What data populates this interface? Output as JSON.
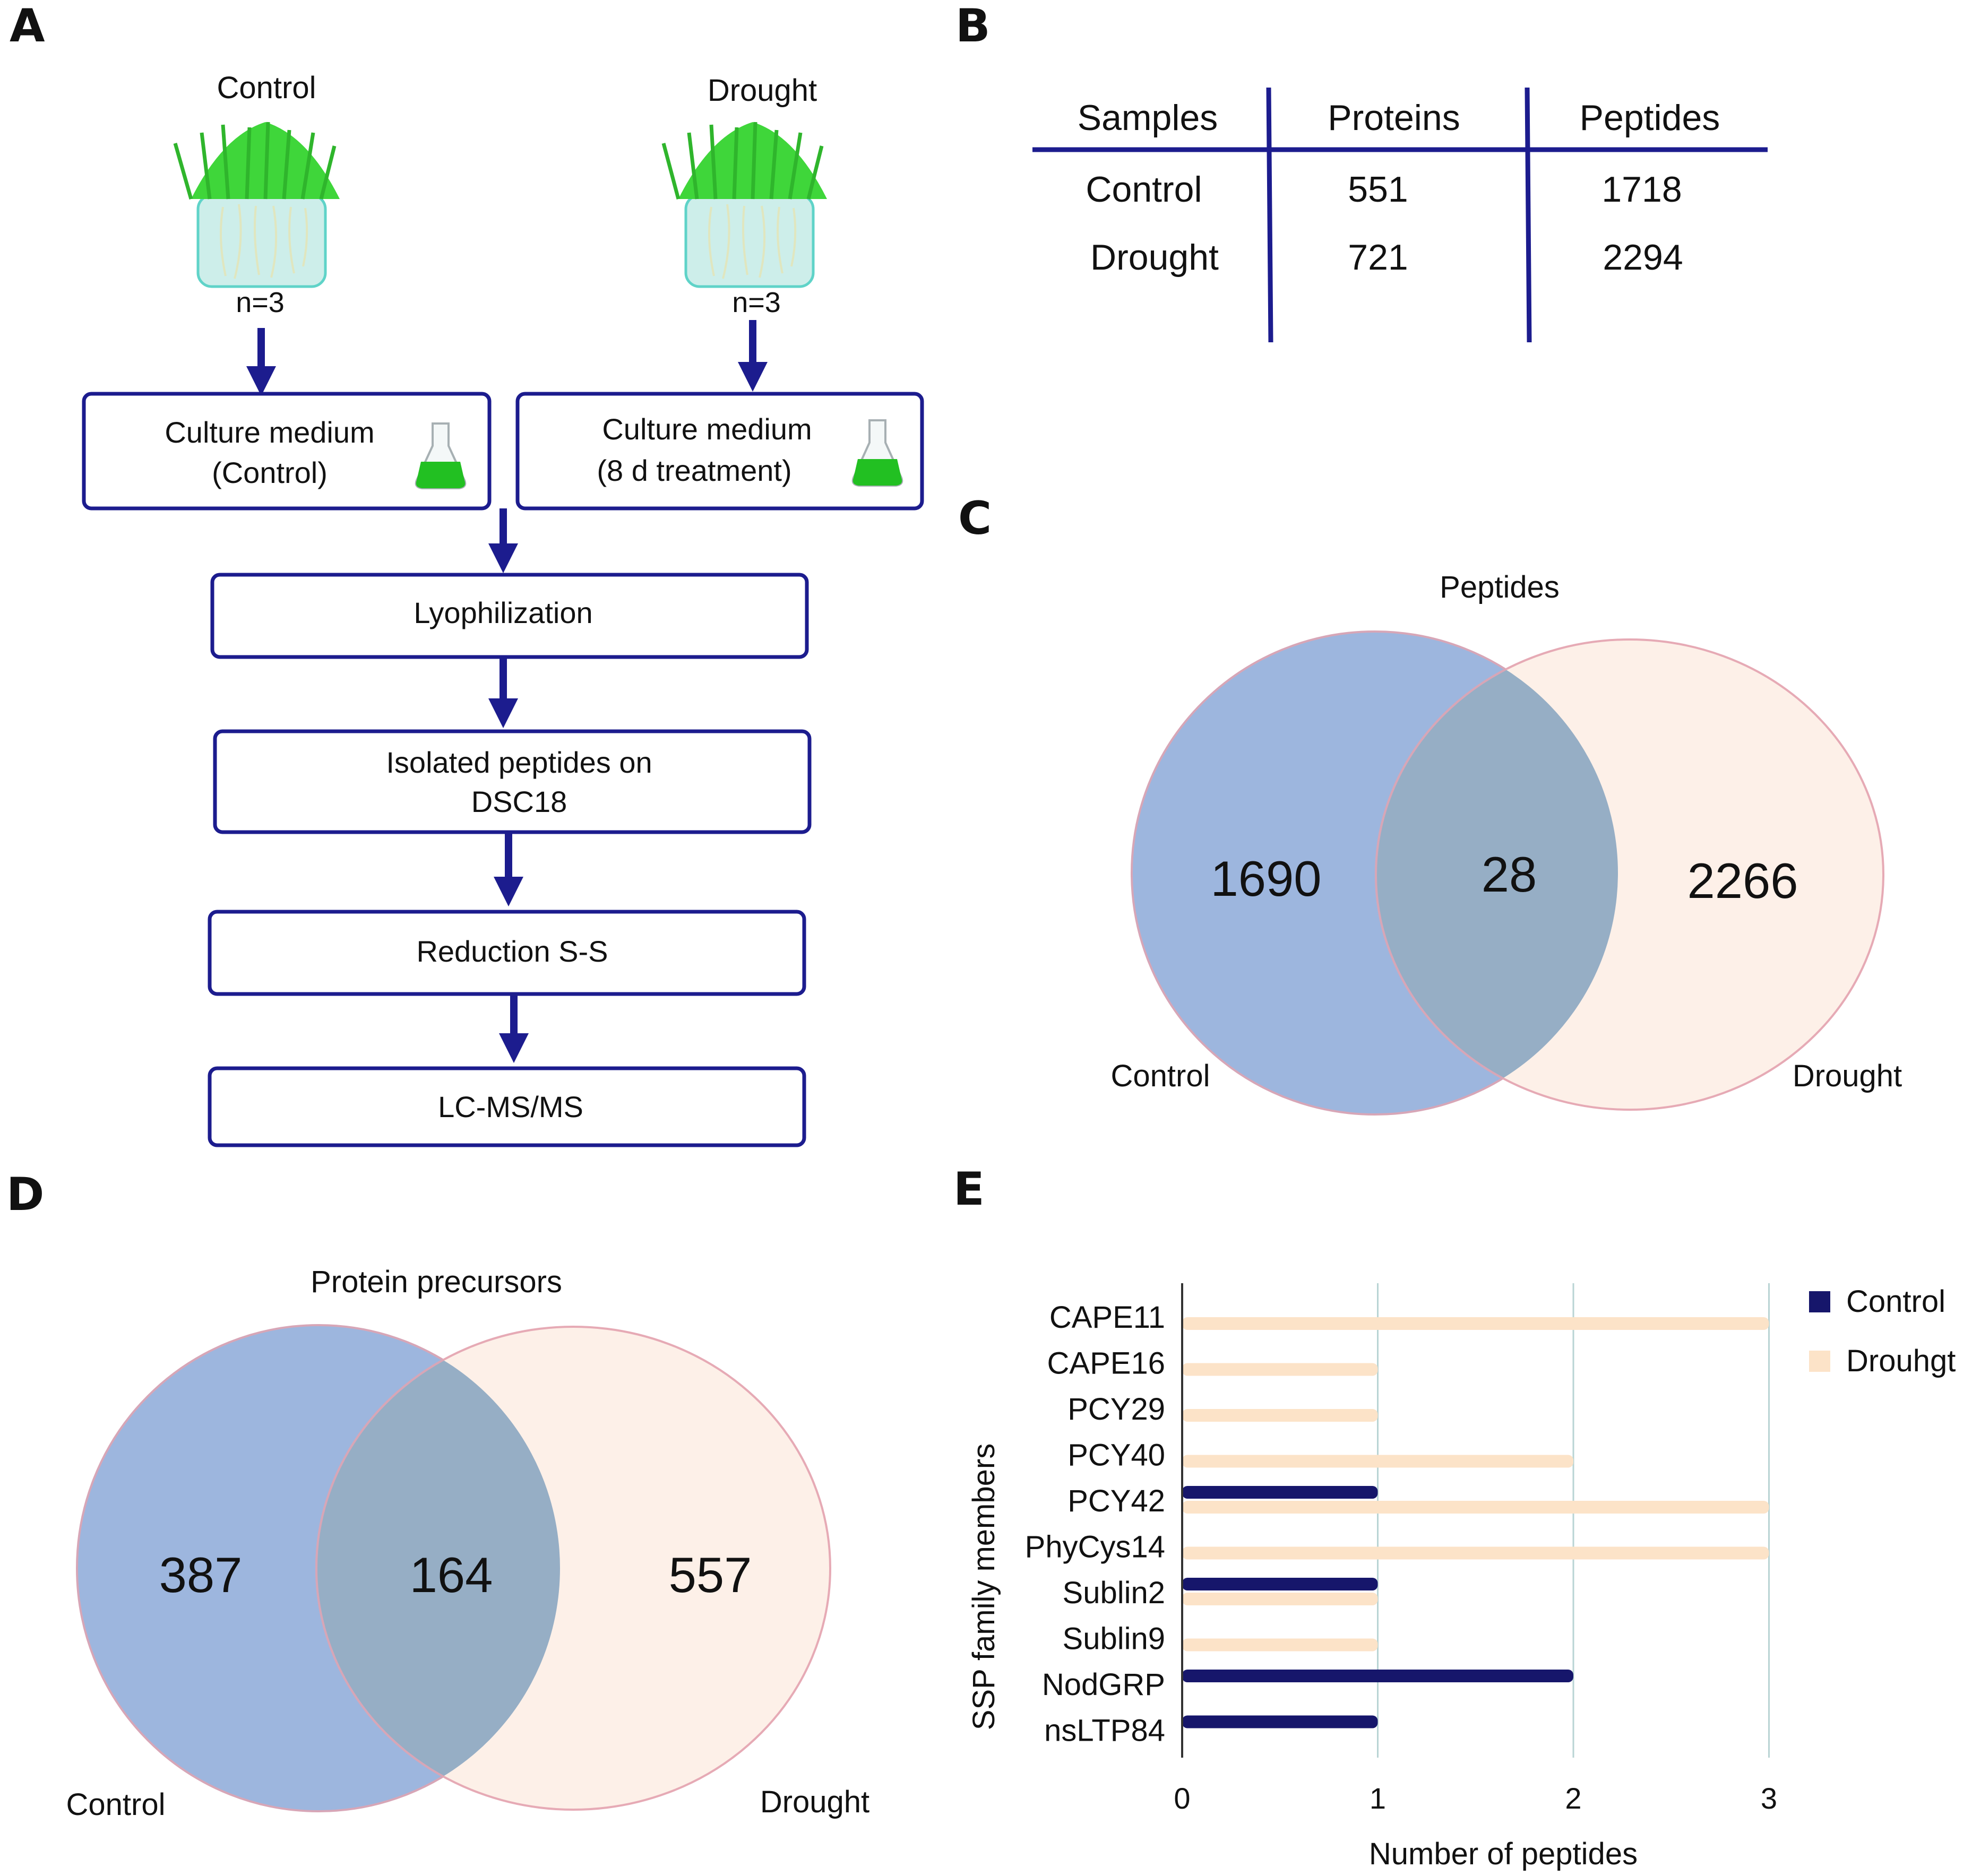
{
  "panels": {
    "a": "A",
    "b": "B",
    "c": "C",
    "d": "D",
    "e": "E"
  },
  "panel_a": {
    "left_title": "Control",
    "right_title": "Drought",
    "left_n": "n=3",
    "right_n": "n=3",
    "box_control_line1": "Culture medium",
    "box_control_line2": "(Control)",
    "box_drought_line1": "Culture medium",
    "box_drought_line2": "(8 d treatment)",
    "step1": "Lyophilization",
    "step2_line1": "Isolated peptides on",
    "step2_line2": "DSC18",
    "step3": "Reduction S-S",
    "step4": "LC-MS/MS",
    "colors": {
      "plant": "#3fd63a",
      "pot": "#cdeeea",
      "pot_border": "#5fd3c8",
      "arrow": "#1c1c8e",
      "box_border": "#1c1c8e",
      "flask_liquid": "#22c022"
    }
  },
  "panel_b": {
    "headers": [
      "Samples",
      "Proteins",
      "Peptides"
    ],
    "rows": [
      [
        "Control",
        "551",
        "1718"
      ],
      [
        "Drought",
        "721",
        "2294"
      ]
    ],
    "line_color": "#1c1c8e"
  },
  "panel_c": {
    "title": "Peptides",
    "left_label": "Control",
    "right_label": "Drought",
    "left_only": "1690",
    "overlap": "28",
    "right_only": "2266",
    "colors": {
      "left": "#9db6de",
      "right": "#fdf0e8",
      "overlap": "#96aec5"
    }
  },
  "panel_d": {
    "title": "Protein precursors",
    "left_label": "Control",
    "right_label": "Drought",
    "left_only": "387",
    "overlap": "164",
    "right_only": "557"
  },
  "chart_data": {
    "type": "bar",
    "orientation": "horizontal",
    "categories": [
      "CAPE11",
      "CAPE16",
      "PCY29",
      "PCY40",
      "PCY42",
      "PhyCys14",
      "Sublin2",
      "Sublin9",
      "NodGRP",
      "nsLTP84"
    ],
    "series": [
      {
        "name": "Control",
        "color": "#16166b",
        "values": [
          0,
          0,
          0,
          0,
          1,
          0,
          1,
          0,
          2,
          1
        ]
      },
      {
        "name": "Drouhgt",
        "color": "#fce3c8",
        "values": [
          3,
          1,
          1,
          2,
          3,
          3,
          1,
          1,
          0,
          0
        ]
      }
    ],
    "xlabel": "Number of peptides",
    "ylabel": "SSP family members",
    "xlim": [
      0,
      3
    ],
    "xticks": [
      "0",
      "1",
      "2",
      "3"
    ],
    "grid": "vertical",
    "legend": "top-right"
  }
}
